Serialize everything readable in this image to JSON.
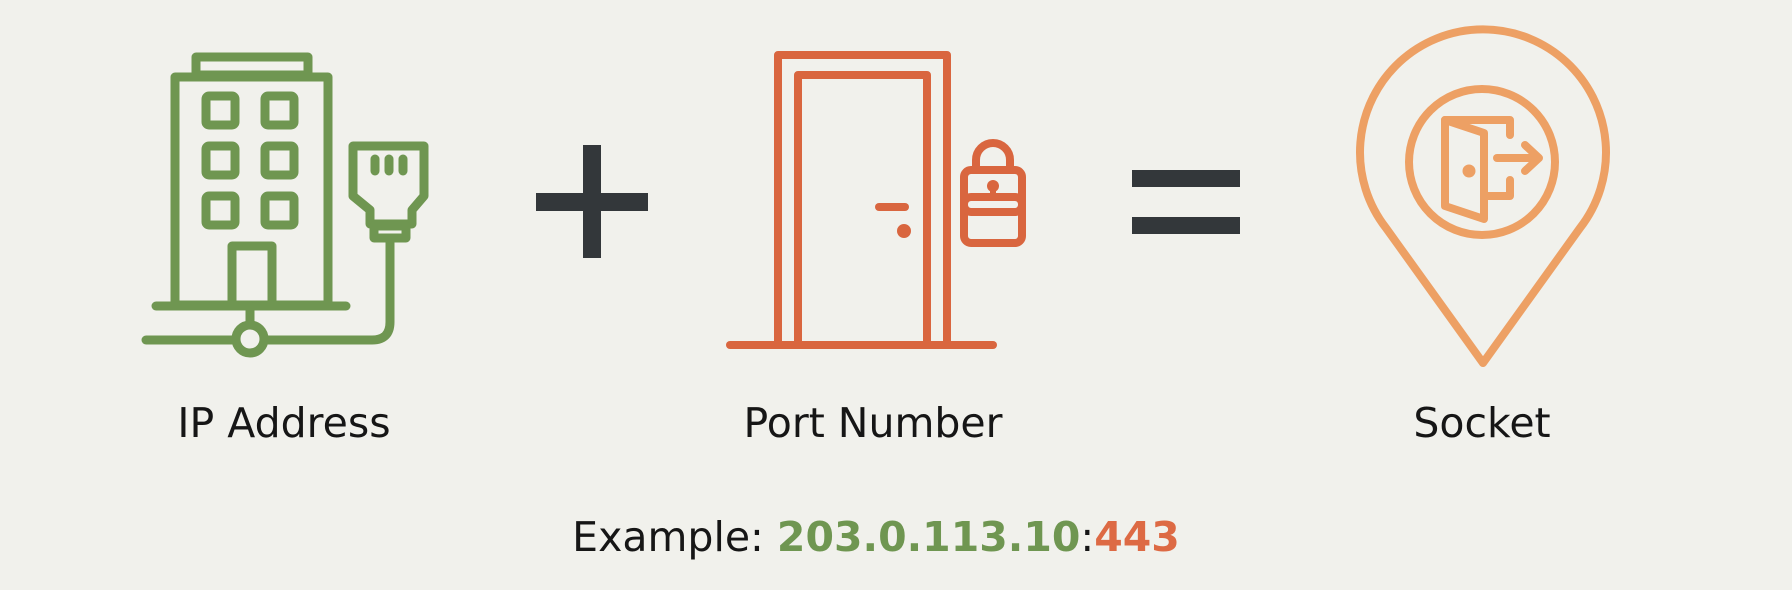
{
  "colors": {
    "background": "#f1f1ec",
    "ip_green": "#6f9651",
    "port_orange": "#d9663f",
    "socket_orange": "#eda064",
    "operator_dark": "#33373a",
    "text": "#161616"
  },
  "components": [
    {
      "id": "ip",
      "label": "IP Address",
      "icon": "building-network-icon"
    },
    {
      "id": "port",
      "label": "Port Number",
      "icon": "door-lock-icon"
    },
    {
      "id": "socket",
      "label": "Socket",
      "icon": "location-pin-exit-icon"
    }
  ],
  "operators": {
    "plus": "+",
    "equals": "="
  },
  "example": {
    "prefix": "Example:",
    "ip": "203.0.113.10",
    "separator": ":",
    "port": "443"
  }
}
